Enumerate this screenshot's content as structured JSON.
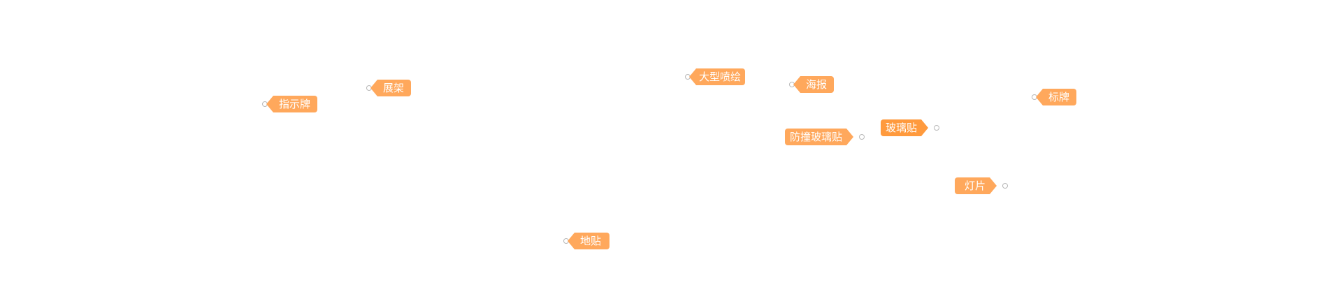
{
  "colors": {
    "tag": "#ffa85c",
    "tag_active": "#ff9a3d",
    "dot_border": "#b8b8b8"
  },
  "hotspots": [
    {
      "id": "zhishipai",
      "label": "指示牌",
      "arrow": "left",
      "active": false
    },
    {
      "id": "zhanjia",
      "label": "展架",
      "arrow": "left",
      "active": false
    },
    {
      "id": "dayingpenhui",
      "label": "大型喷绘",
      "arrow": "left",
      "active": false
    },
    {
      "id": "haibao",
      "label": "海报",
      "arrow": "left",
      "active": false
    },
    {
      "id": "biaopai",
      "label": "标牌",
      "arrow": "left",
      "active": false
    },
    {
      "id": "fangzhuangbolitie",
      "label": "防撞玻璃贴",
      "arrow": "right",
      "active": false
    },
    {
      "id": "bolitie",
      "label": "玻璃贴",
      "arrow": "right",
      "active": true
    },
    {
      "id": "dengpian",
      "label": "灯片",
      "arrow": "right",
      "active": false
    },
    {
      "id": "ditie",
      "label": "地贴",
      "arrow": "left",
      "active": false
    }
  ]
}
